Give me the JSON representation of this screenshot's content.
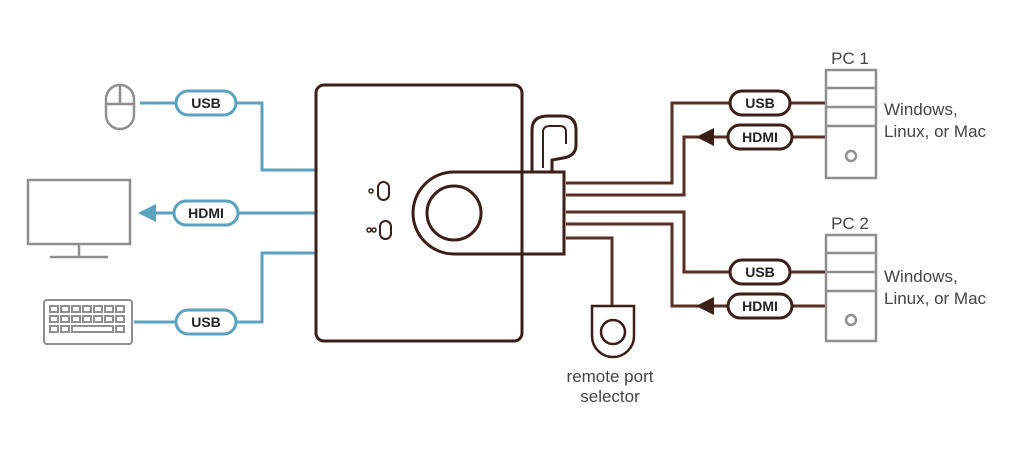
{
  "labels": {
    "usb": "USB",
    "hdmi": "HDMI"
  },
  "pc1": {
    "title": "PC 1",
    "os_line1": "Windows,",
    "os_line2": "Linux, or Mac"
  },
  "pc2": {
    "title": "PC 2",
    "os_line1": "Windows,",
    "os_line2": "Linux, or Mac"
  },
  "remote": {
    "line1": "remote port",
    "line2": "selector"
  },
  "colors": {
    "cable_left": "#5aa2bf",
    "cable_right": "#5a2e25",
    "device_outline": "#8f8f8f",
    "switch_outline": "#3b1e17"
  },
  "icons": [
    "mouse-icon",
    "monitor-icon",
    "keyboard-icon",
    "pc-tower-icon",
    "remote-selector-icon"
  ]
}
